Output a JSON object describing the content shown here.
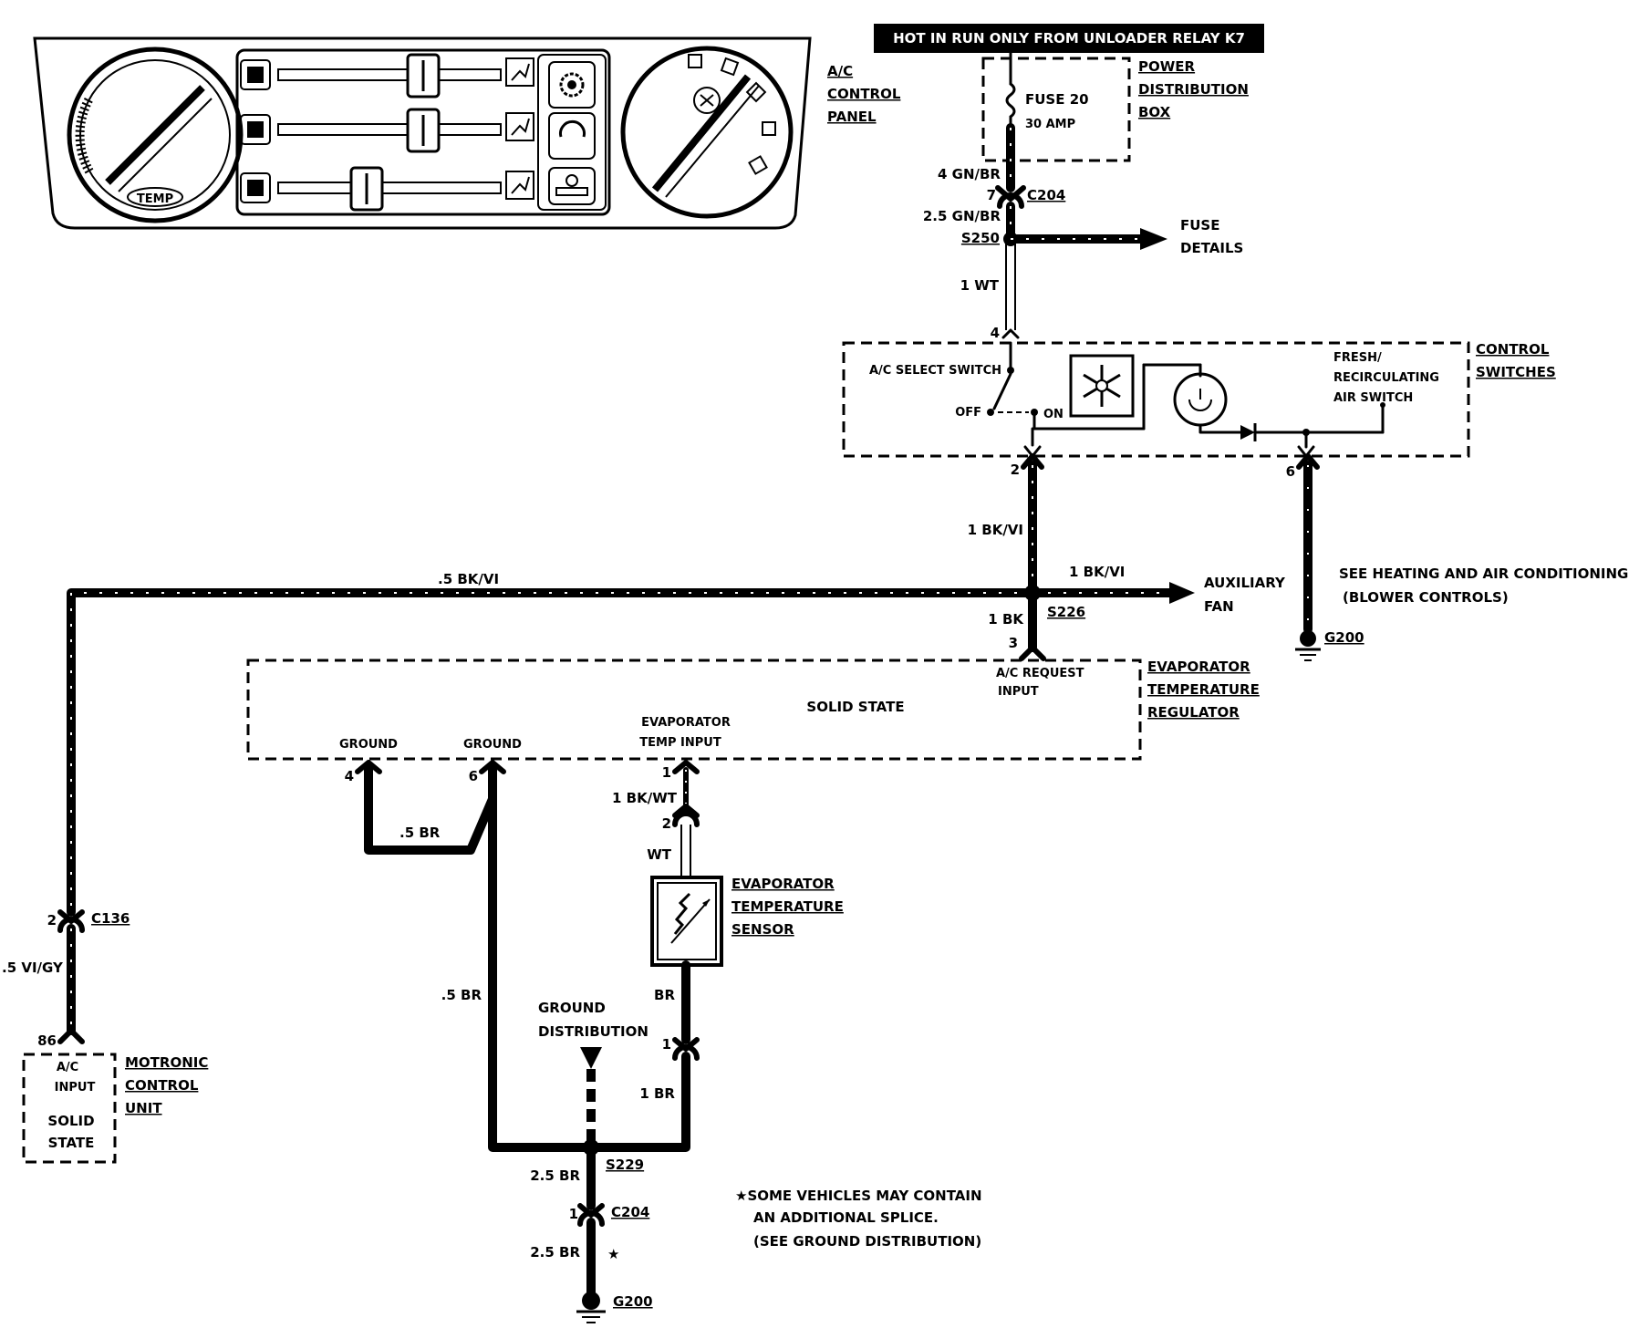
{
  "header_banner": "HOT IN RUN ONLY FROM UNLOADER RELAY K7",
  "components": {
    "ac_control_panel": [
      "A/C",
      "CONTROL",
      "PANEL"
    ],
    "temp_knob_label": "TEMP",
    "power_distribution_box": [
      "POWER",
      "DISTRIBUTION",
      "BOX"
    ],
    "fuse": {
      "name": "FUSE 20",
      "rating": "30 AMP"
    },
    "control_switches": [
      "CONTROL",
      "SWITCHES"
    ],
    "ac_select_switch": "A/C SELECT SWITCH",
    "switch_off": "OFF",
    "switch_on": "ON",
    "fresh_recirc_switch": [
      "FRESH/",
      "RECIRCULATING",
      "AIR SWITCH"
    ],
    "fuse_details": [
      "FUSE",
      "DETAILS"
    ],
    "auxiliary_fan": [
      "AUXILIARY",
      "FAN"
    ],
    "see_heating": [
      "SEE HEATING AND AIR CONDITIONING",
      "(BLOWER CONTROLS)"
    ],
    "evap_regulator": [
      "EVAPORATOR",
      "TEMPERATURE",
      "REGULATOR"
    ],
    "solid_state": "SOLID STATE",
    "ac_request_input": [
      "A/C REQUEST",
      "INPUT"
    ],
    "ground_a": "GROUND",
    "ground_b": "GROUND",
    "evap_temp_input": [
      "EVAPORATOR",
      "TEMP INPUT"
    ],
    "evap_sensor": [
      "EVAPORATOR",
      "TEMPERATURE",
      "SENSOR"
    ],
    "ground_distribution": [
      "GROUND",
      "DISTRIBUTION"
    ],
    "motronic": [
      "MOTRONIC",
      "CONTROL",
      "UNIT"
    ],
    "motronic_input": [
      "A/C",
      "INPUT"
    ],
    "motronic_state": [
      "SOLID",
      "STATE"
    ]
  },
  "wires": {
    "w_4gnbr": "4 GN/BR",
    "w_25gnbr": "2.5 GN/BR",
    "w_1wt": "1 WT",
    "w_1bkvi_a": "1 BK/VI",
    "w_1bkvi_b": "1 BK/VI",
    "w_5bkvi": ".5 BK/VI",
    "w_1bk": "1 BK",
    "w_5vigy": ".5 VI/GY",
    "w_5br_a": ".5 BR",
    "w_5br_b": ".5 BR",
    "w_1bkwt": "1 BK/WT",
    "w_wt": "WT",
    "w_br": "BR",
    "w_1br": "1 BR",
    "w_25br_a": "2.5 BR",
    "w_25br_b": "2.5 BR"
  },
  "connectors": {
    "c204_top": "C204",
    "s250": "S250",
    "s226": "S226",
    "g200_right": "G200",
    "c136": "C136",
    "s229": "S229",
    "c204_bottom": "C204",
    "g200_bottom": "G200"
  },
  "pins": {
    "p7": "7",
    "p4_top": "4",
    "p2_top": "2",
    "p6_top": "6",
    "p3": "3",
    "p4_reg": "4",
    "p6_reg": "6",
    "p1_reg": "1",
    "p2_sens": "2",
    "p1_sens": "1",
    "p2_c136": "2",
    "p86": "86",
    "p1_c204": "1"
  },
  "footnote": [
    "★SOME VEHICLES MAY CONTAIN",
    "AN ADDITIONAL SPLICE.",
    "(SEE GROUND DISTRIBUTION)"
  ],
  "footnote_star": "★"
}
